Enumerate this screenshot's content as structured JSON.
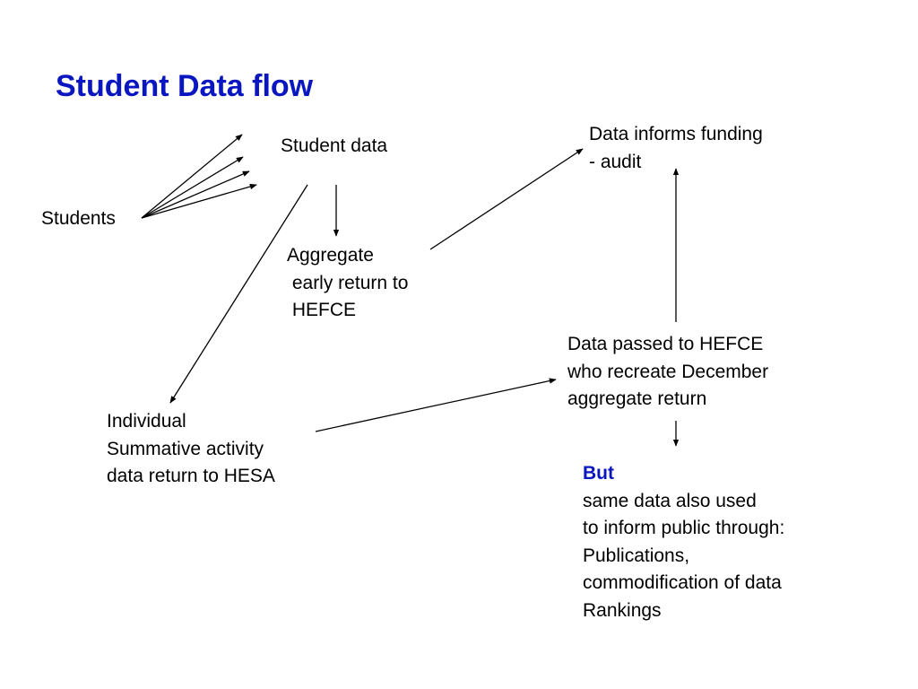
{
  "title": "Student Data flow",
  "colors": {
    "title": "#0a16c0",
    "accent": "#0a16c0",
    "text": "#000000",
    "arrow": "#000000",
    "background": "#ffffff"
  },
  "nodes": {
    "students": {
      "lines": [
        "Students"
      ]
    },
    "student_data": {
      "lines": [
        "Student data"
      ]
    },
    "aggregate": {
      "lines": [
        "Aggregate",
        " early return to",
        " HEFCE"
      ]
    },
    "individual": {
      "lines": [
        "Individual",
        "Summative activity",
        "data return to HESA"
      ]
    },
    "funding": {
      "lines": [
        "Data informs funding",
        "- audit"
      ]
    },
    "hefce": {
      "lines": [
        "Data passed to HEFCE",
        "who recreate December",
        "aggregate return"
      ]
    },
    "public": {
      "heading": "But",
      "lines": [
        "same data also used",
        "to inform public through:",
        "Publications,",
        "commodification of data",
        "Rankings"
      ]
    }
  }
}
